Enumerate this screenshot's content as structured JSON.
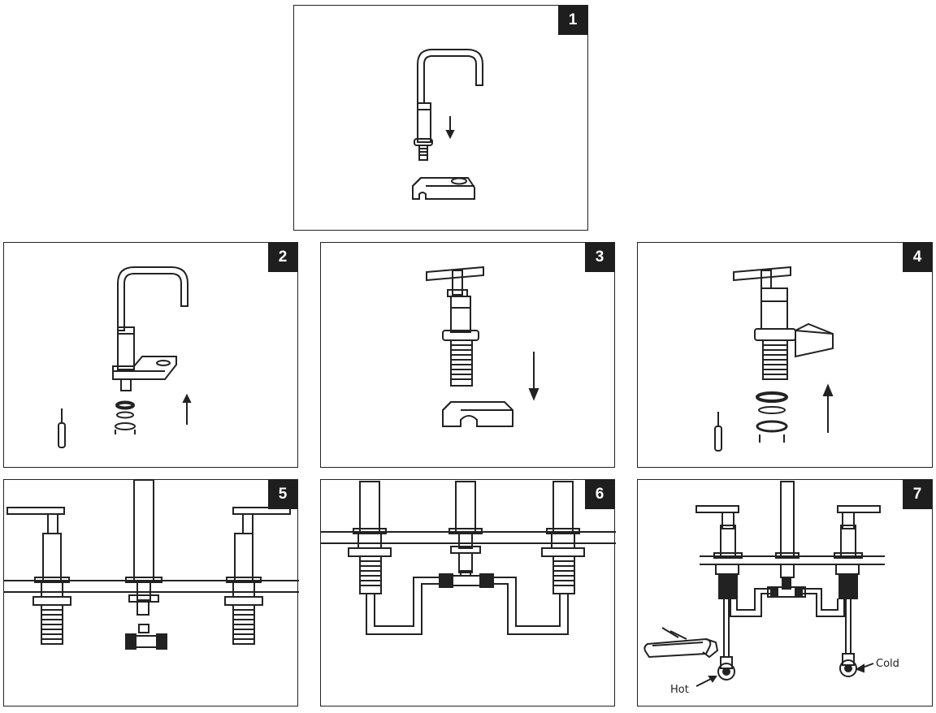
{
  "steps": [
    {
      "number": "1"
    },
    {
      "number": "2"
    },
    {
      "number": "3"
    },
    {
      "number": "4"
    },
    {
      "number": "5"
    },
    {
      "number": "6"
    },
    {
      "number": "7"
    }
  ],
  "labels": {
    "hot": "Hot",
    "cold": "Cold"
  },
  "colors": {
    "line": "#222222",
    "badge": "#1e1e1e"
  }
}
